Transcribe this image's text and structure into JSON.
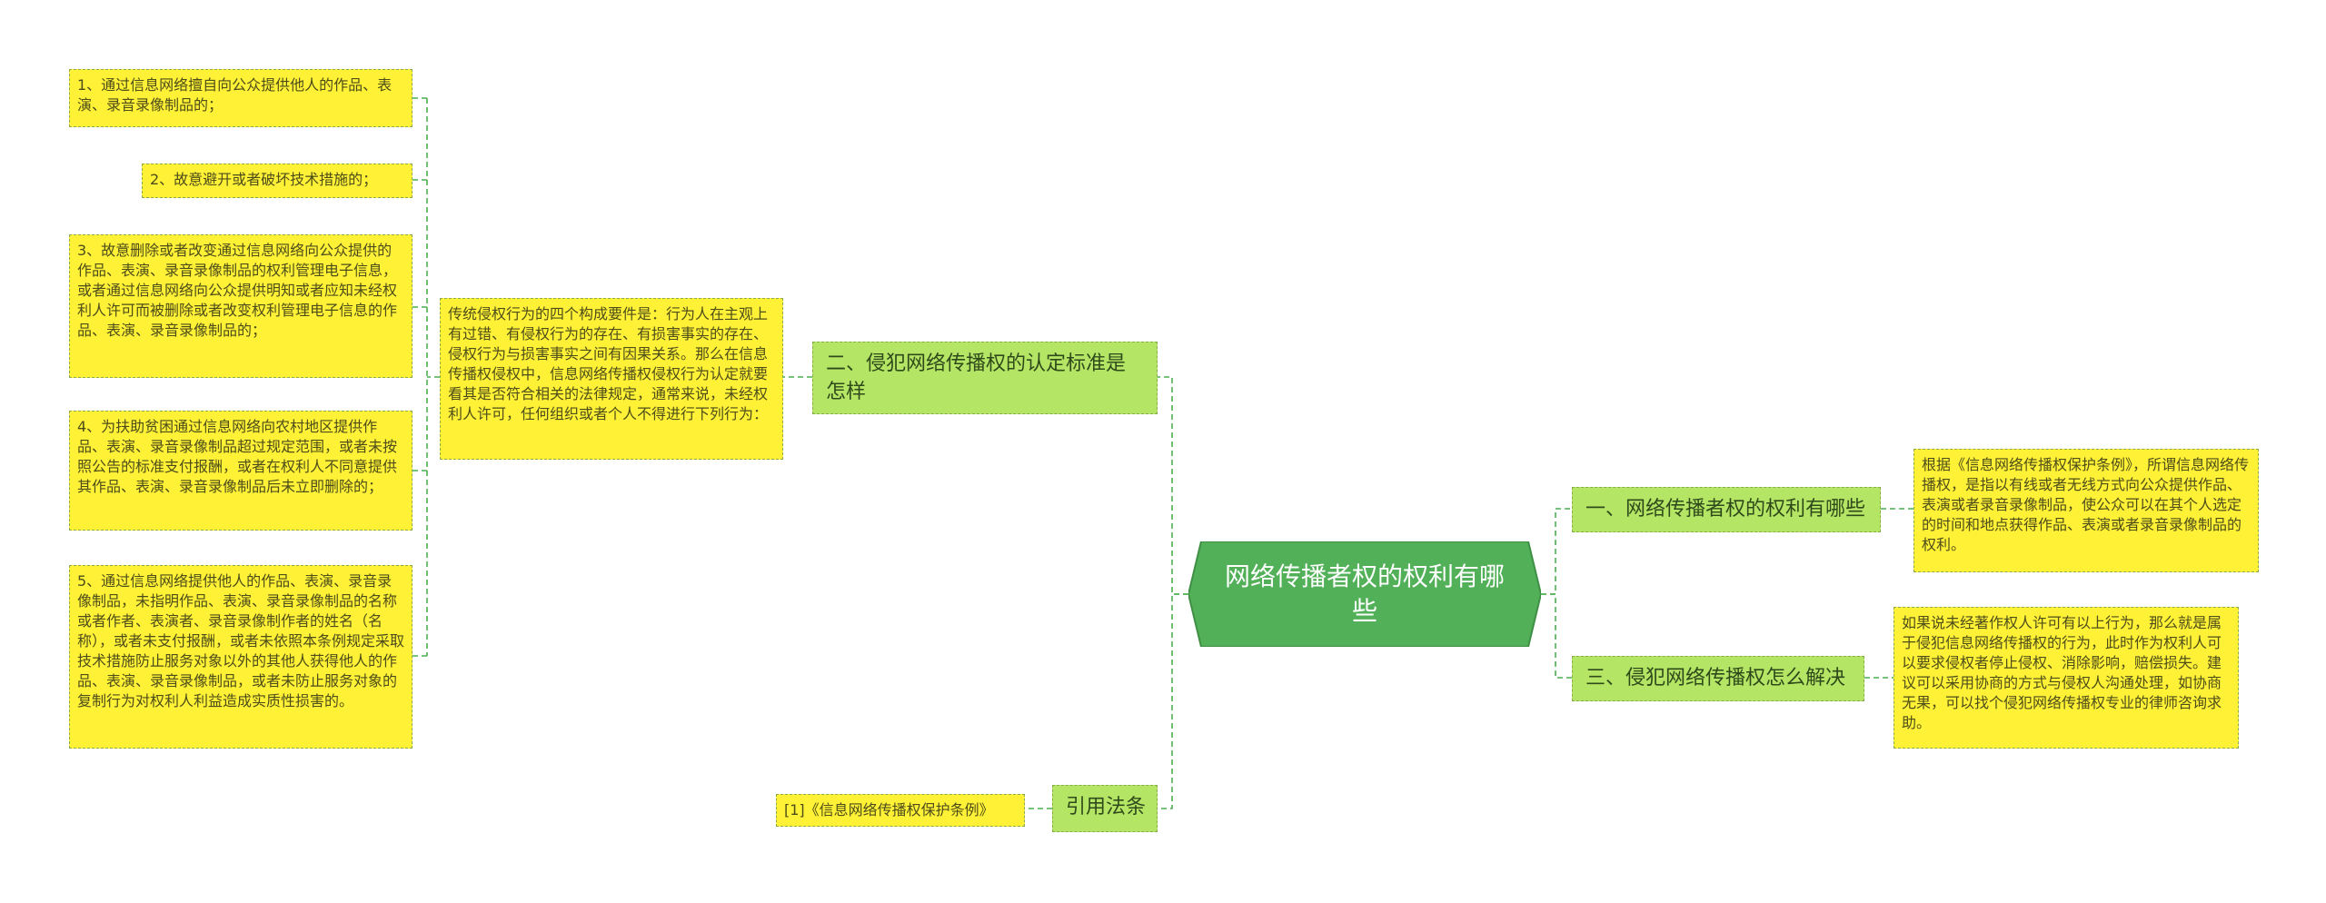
{
  "root": {
    "label": "网络传播者权的权利有哪些"
  },
  "branches": {
    "b1": {
      "label": "一、网络传播者权的权利有哪些"
    },
    "b2": {
      "label": "二、侵犯网络传播权的认定标准是怎样"
    },
    "b3": {
      "label": "三、侵犯网络传播权怎么解决"
    },
    "b4": {
      "label": "引用法条"
    }
  },
  "details": {
    "d1": "根据《信息网络传播权保护条例》，所谓信息网络传播权，是指以有线或者无线方式向公众提供作品、表演或者录音录像制品，使公众可以在其个人选定的时间和地点获得作品、表演或者录音录像制品的权利。",
    "d2": "传统侵权行为的四个构成要件是：行为人在主观上有过错、有侵权行为的存在、有损害事实的存在、侵权行为与损害事实之间有因果关系。那么在信息传播权侵权中，信息网络传播权侵权行为认定就要看其是否符合相关的法律规定，通常来说，未经权利人许可，任何组织或者个人不得进行下列行为：",
    "d3": "如果说未经著作权人许可有以上行为，那么就是属于侵犯信息网络传播权的行为，此时作为权利人可以要求侵权者停止侵权、消除影响，赔偿损失。建议可以采用协商的方式与侵权人沟通处理，如协商无果，可以找个侵犯网络传播权专业的律师咨询求助。",
    "d4": "[1]《信息网络传播权保护条例》"
  },
  "acts": [
    "1、通过信息网络擅自向公众提供他人的作品、表演、录音录像制品的；",
    "2、故意避开或者破坏技术措施的；",
    "3、故意删除或者改变通过信息网络向公众提供的作品、表演、录音录像制品的权利管理电子信息，或者通过信息网络向公众提供明知或者应知未经权利人许可而被删除或者改变权利管理电子信息的作品、表演、录音录像制品的；",
    "4、为扶助贫困通过信息网络向农村地区提供作品、表演、录音录像制品超过规定范围，或者未按照公告的标准支付报酬，或者在权利人不同意提供其作品、表演、录音录像制品后未立即删除的；",
    "5、通过信息网络提供他人的作品、表演、录音录像制品，未指明作品、表演、录音录像制品的名称或者作者、表演者、录音录像制作者的姓名（名称），或者未支付报酬，或者未依照本条例规定采取技术措施防止服务对象以外的其他人获得他人的作品、表演、录音录像制品，或者未防止服务对象的复制行为对权利人利益造成实质性损害的。"
  ],
  "colors": {
    "root": "#52b058",
    "branch": "#b5e565",
    "leaf": "#fff136",
    "connector": "#4caf50",
    "border": "#8aab4a"
  }
}
